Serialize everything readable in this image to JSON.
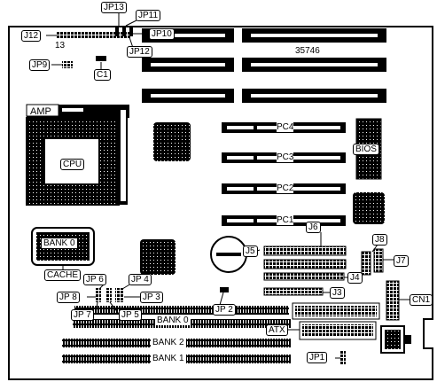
{
  "labels": {
    "jp13": "JP13",
    "jp11": "JP11",
    "jp10": "JP10",
    "jp12": "JP12",
    "j12": "J12",
    "j12_pin": "13",
    "board_number": "35746",
    "jp9": "JP9",
    "c1": "C1",
    "amp": "AMP",
    "cpu": "CPU",
    "pc4": "PC4",
    "pc3": "PC3",
    "pc2": "PC2",
    "pc1": "PC1",
    "bios": "BIOS",
    "j6": "J6",
    "j8": "J8",
    "j7": "J7",
    "j5": "J5",
    "j4": "J4",
    "j3": "J3",
    "cn1": "CN1",
    "bank0_cache": "BANK 0",
    "cache": "CACHE",
    "jp6": "JP 6",
    "jp4": "JP 4",
    "jp8": "JP 8",
    "jp3": "JP 3",
    "jp7": "JP 7",
    "jp5": "JP 5",
    "jp2": "JP 2",
    "bank0": "BANK 0",
    "atx": "ATX",
    "bank2": "BANK 2",
    "bank1": "BANK 1",
    "jp1": "JP1"
  }
}
